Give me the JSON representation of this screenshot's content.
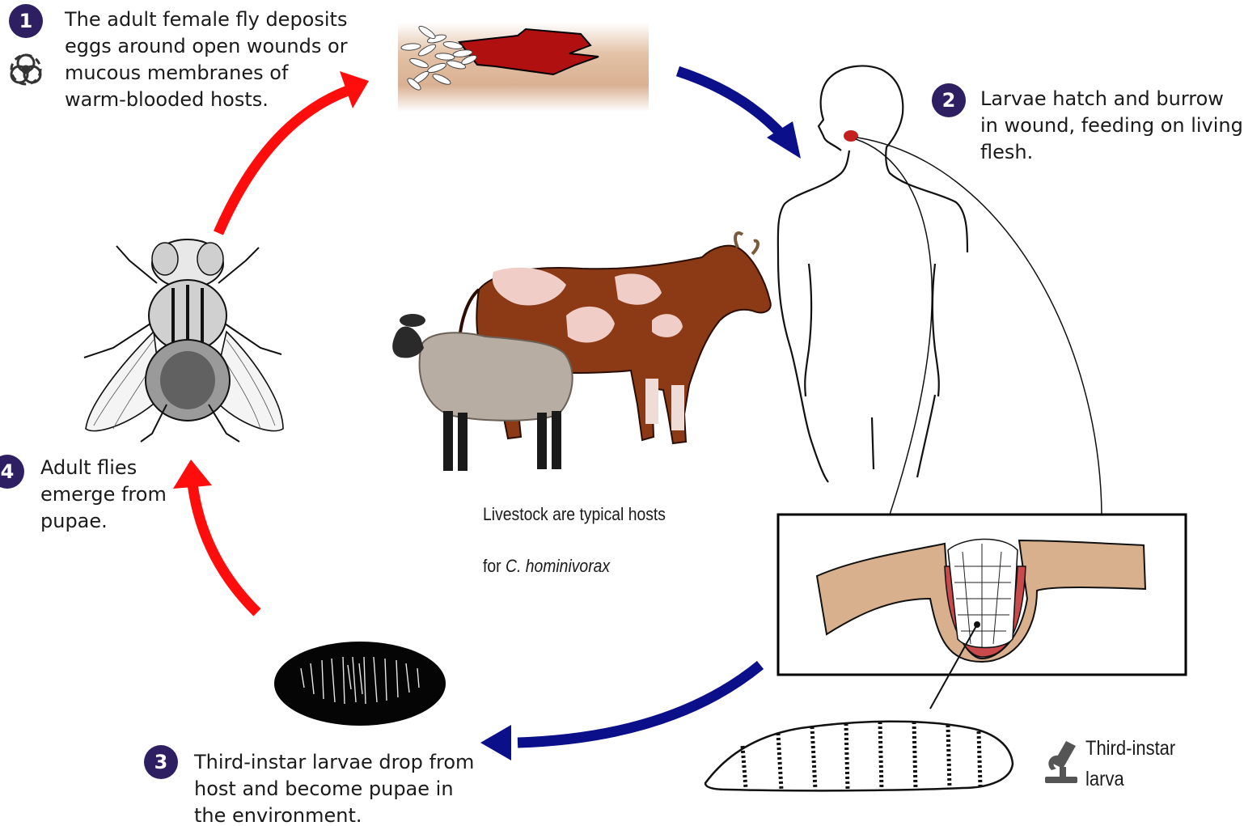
{
  "steps": [
    {
      "number": "1",
      "text": "The adult female fly deposits\neggs around open wounds or\nmucous membranes of\nwarm-blooded hosts."
    },
    {
      "number": "2",
      "text": "Larvae hatch and burrow\nin wound, feeding on living\nflesh."
    },
    {
      "number": "3",
      "text": "Third-instar larvae drop from\nhost and become pupae in\nthe environment."
    },
    {
      "number": "4",
      "text": "Adult flies\nemerge from\npupae."
    }
  ],
  "livestock_caption": {
    "line1": "Livestock are typical hosts",
    "line2_prefix": "for ",
    "line2_italic": "C. hominivorax"
  },
  "larva_caption": "Third-instar\nlarva",
  "icons": {
    "infectious_stage": "biohazard-icon",
    "diagnostic_stage": "microscope-icon"
  },
  "colors": {
    "badge": "#2e1f63",
    "arrow_red": "#ff0d0d",
    "arrow_blue": "#0c0f8a",
    "wound": "#b01010",
    "skin": "#d8b08e"
  }
}
